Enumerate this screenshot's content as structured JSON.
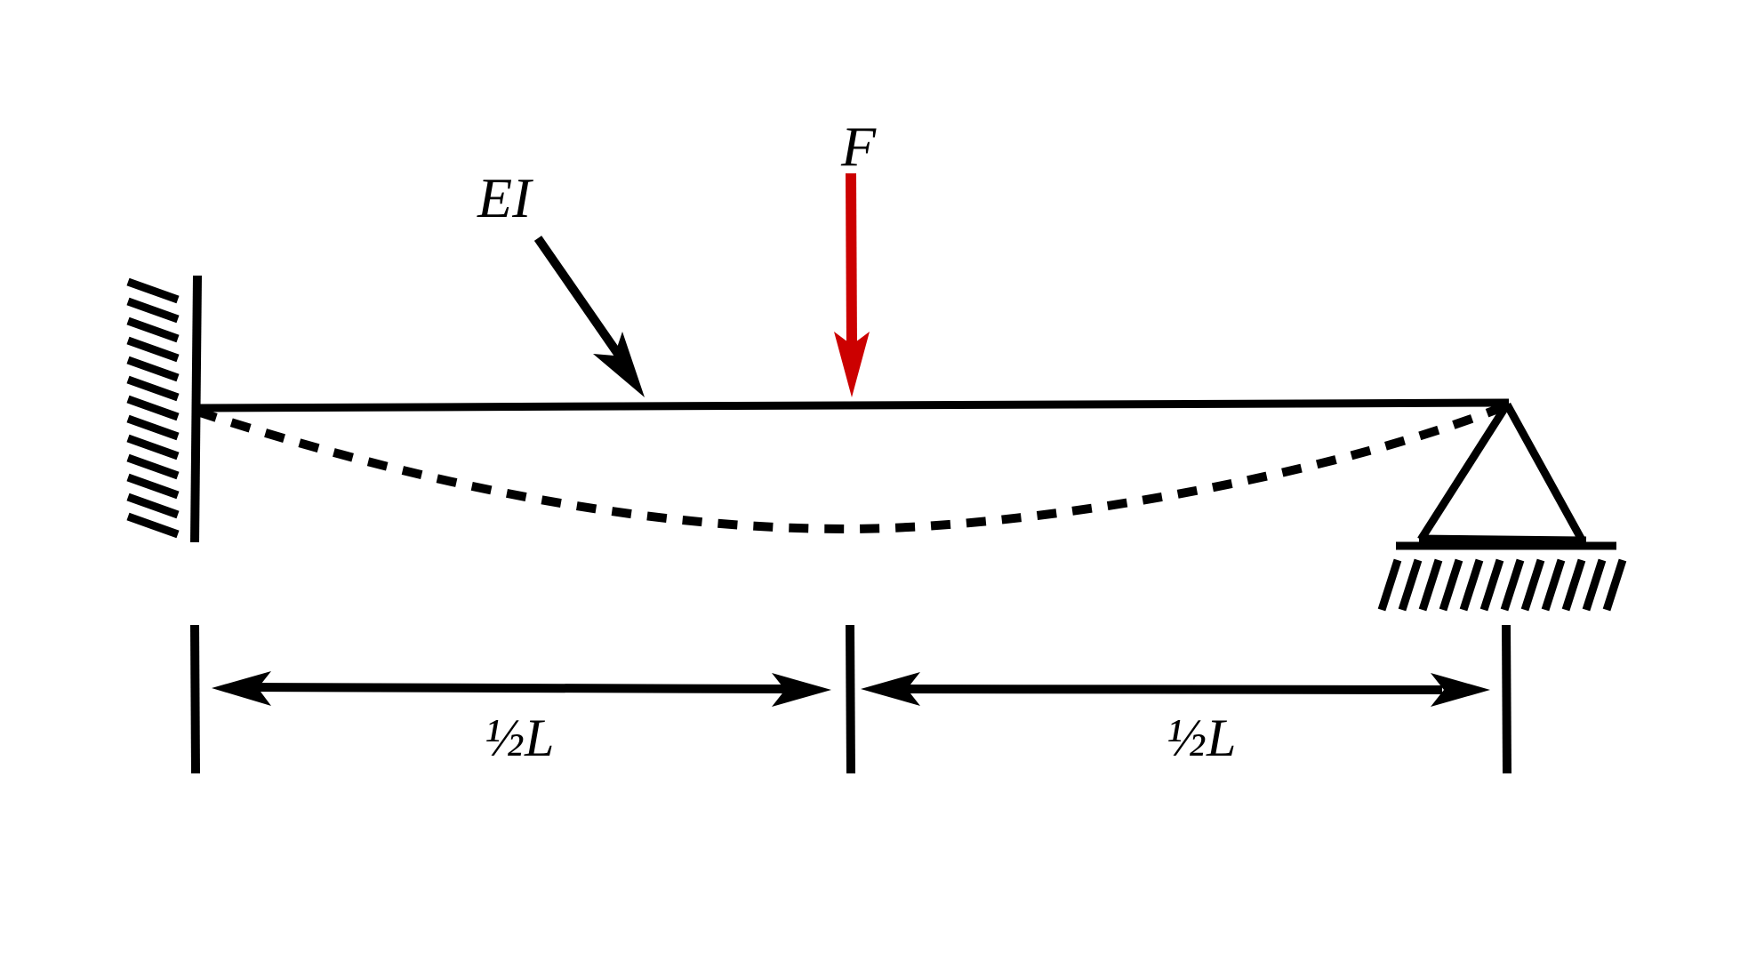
{
  "labels": {
    "force": "F",
    "stiffness": "EI",
    "span_left": "½L",
    "span_right": "½L"
  },
  "colors": {
    "line": "#000000",
    "force_arrow": "#cc0000",
    "background": "#ffffff"
  },
  "elements": {
    "left_support": "fixed-wall",
    "right_support": "pinned-support",
    "deflected_shape": "dashed-curve"
  }
}
